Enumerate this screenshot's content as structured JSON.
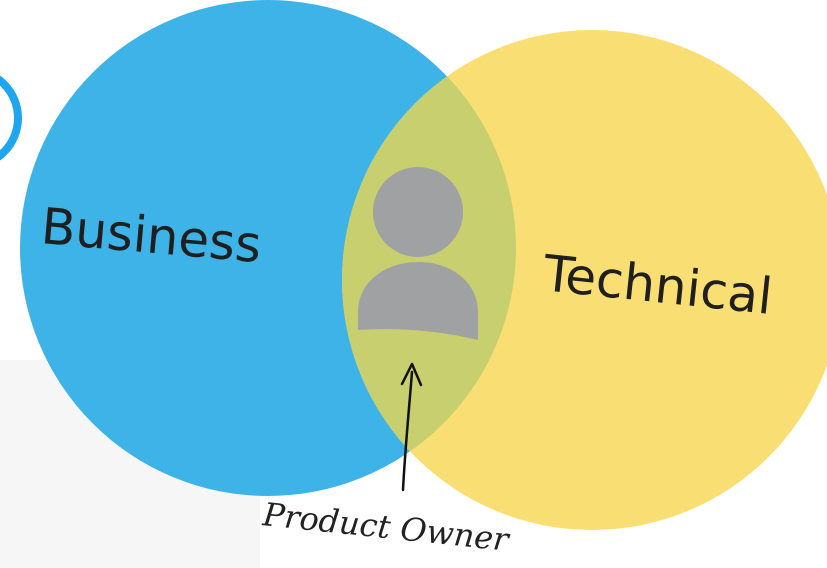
{
  "diagram": {
    "type": "venn",
    "sets": [
      {
        "label": "Business",
        "color": "#3DB3E8"
      },
      {
        "label": "Technical",
        "color": "#F9DF73"
      }
    ],
    "intersection": {
      "color": "#C7CF6E",
      "icon": "person-icon",
      "icon_color": "#A0A1A3"
    },
    "annotation": {
      "text": "Product Owner",
      "arrow": "up"
    },
    "edge_ring_color": "#1EA6EF"
  }
}
